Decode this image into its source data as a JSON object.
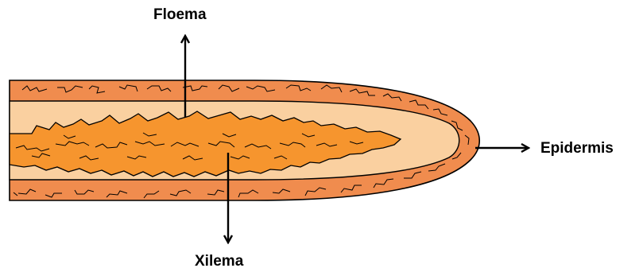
{
  "labels": {
    "floema": "Floema",
    "xilema": "Xilema",
    "epidermis": "Epidermis"
  },
  "colors": {
    "epidermis_fill": "#f08c4e",
    "cortex_fill": "#fad0a0",
    "vascular_fill": "#f6952e",
    "outline": "#000000",
    "background": "#ffffff"
  }
}
